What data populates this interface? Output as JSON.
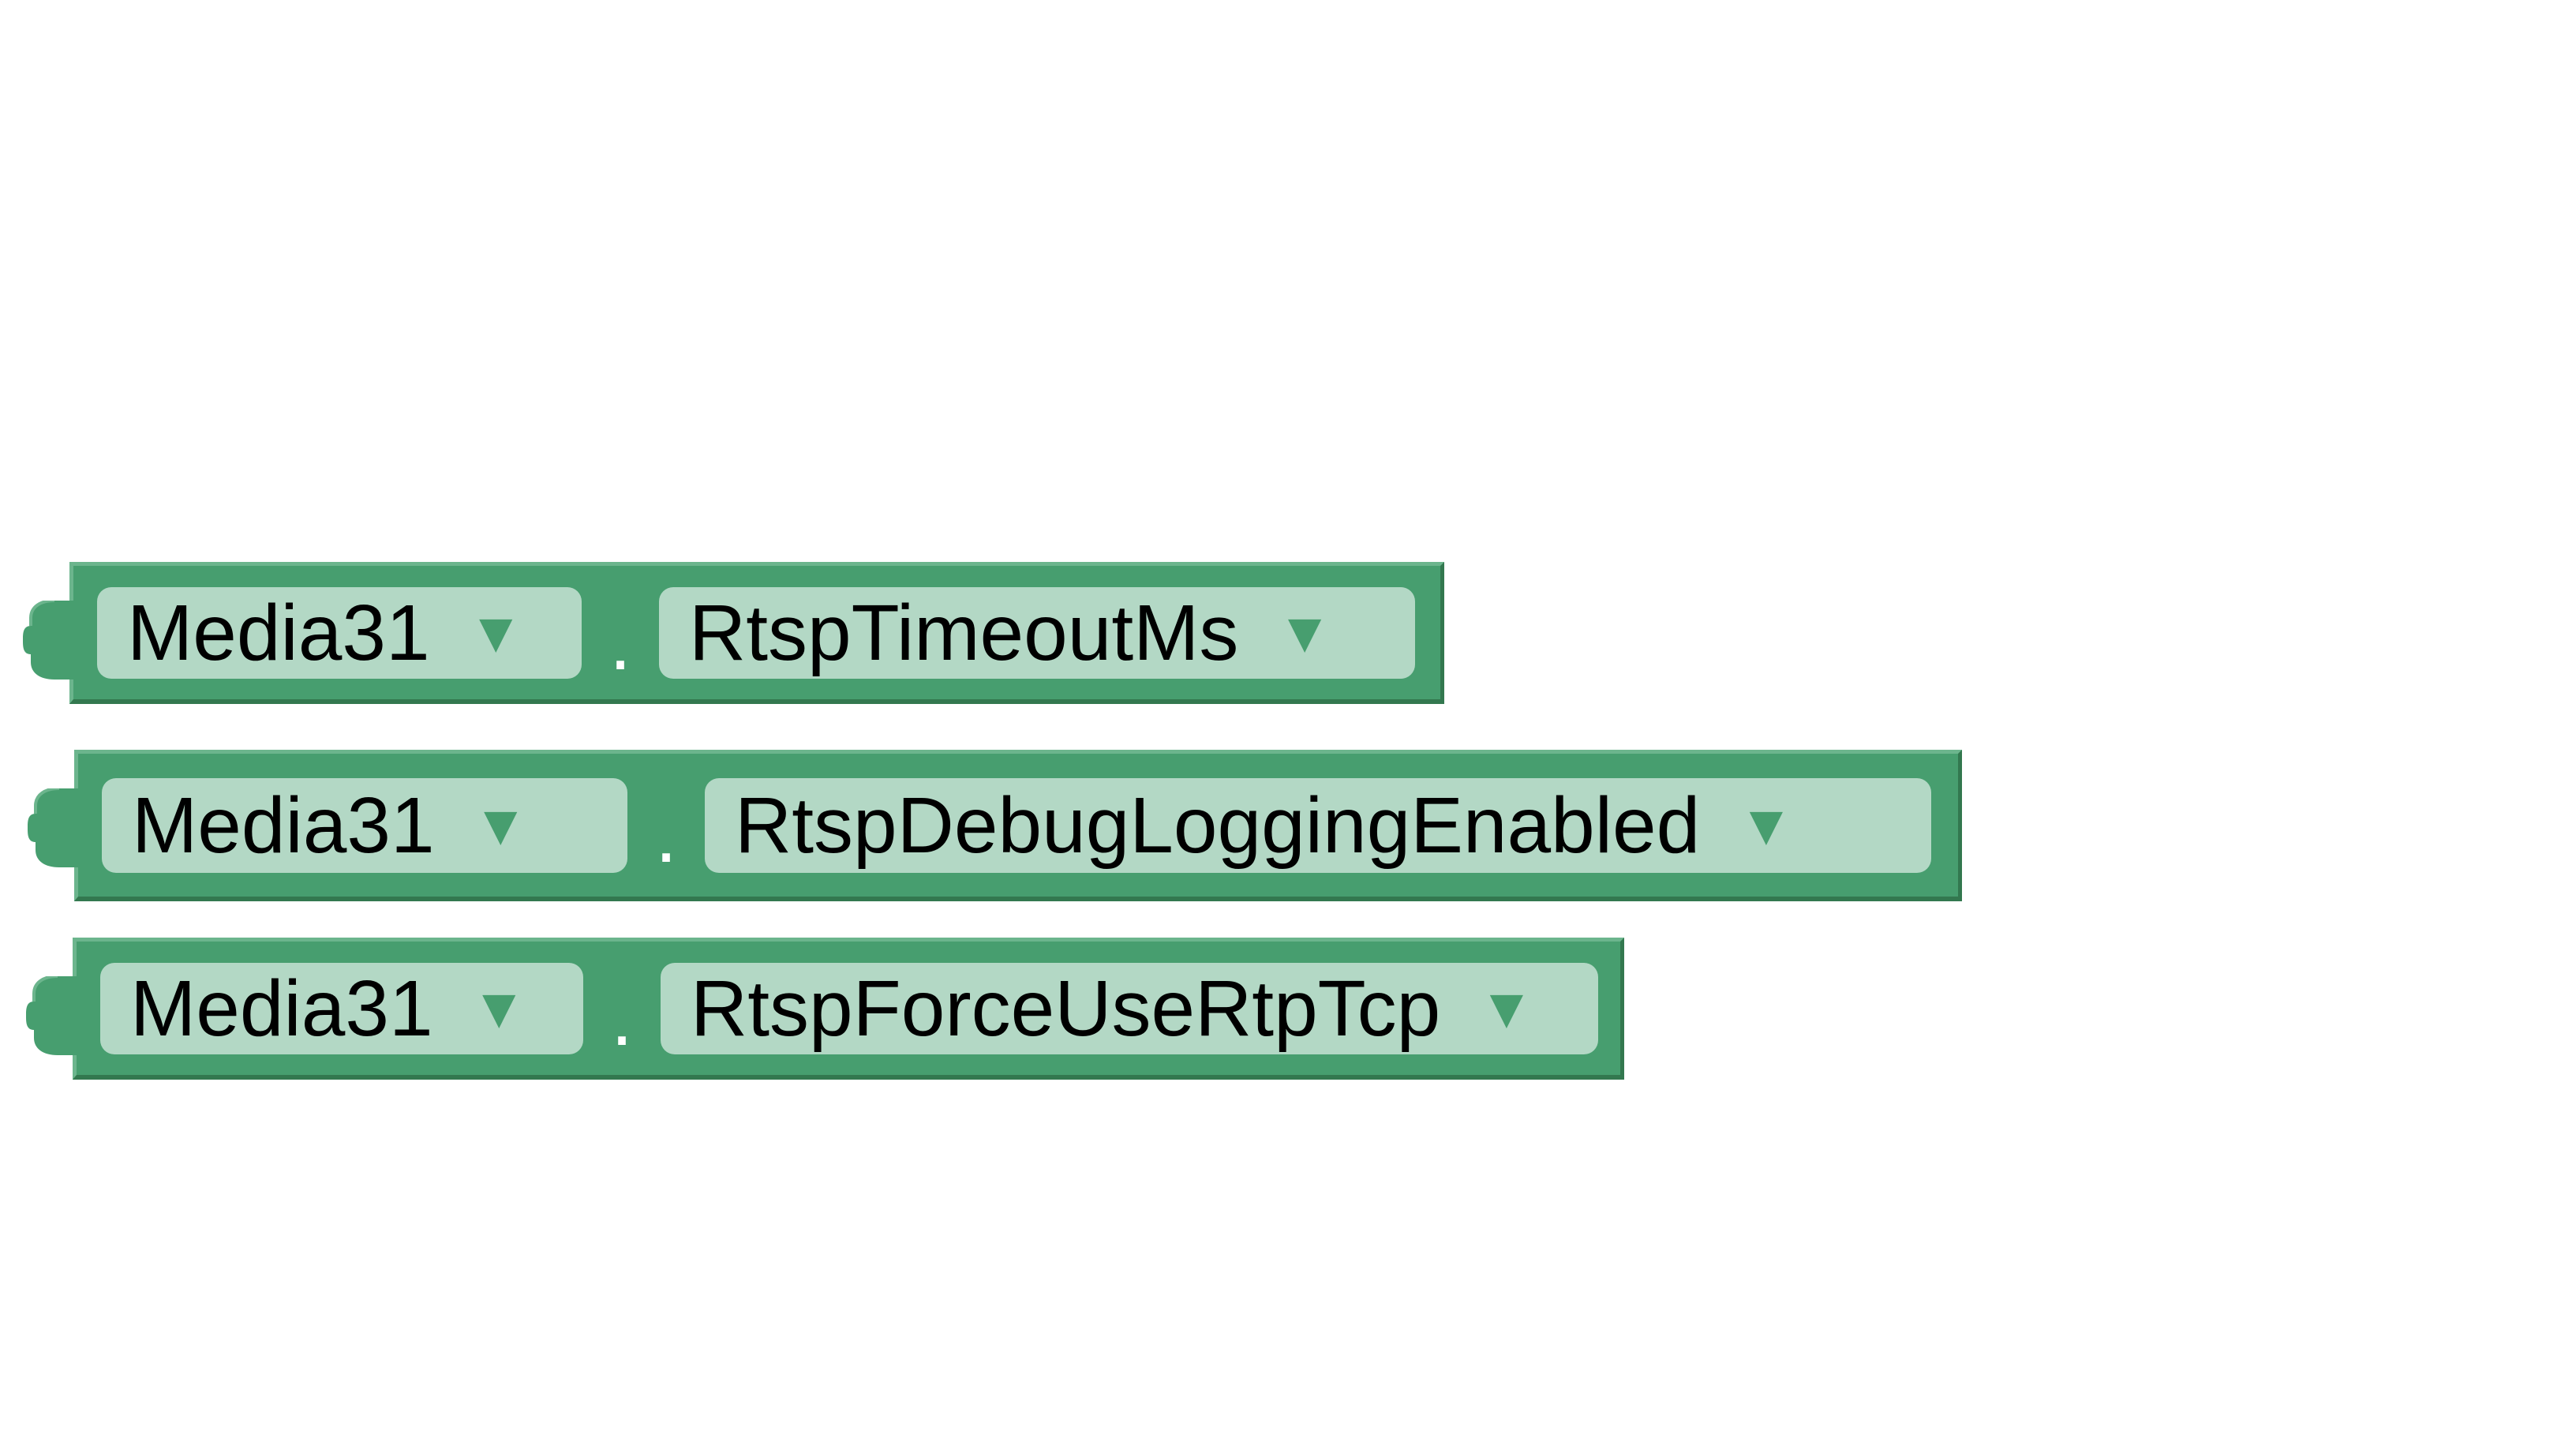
{
  "workspace": {
    "blocks": [
      {
        "component": "Media31",
        "separator": ".",
        "property": "RtspTimeoutMs",
        "dropdown_glyph": "▼"
      },
      {
        "component": "Media31",
        "separator": ".",
        "property": "RtspDebugLoggingEnabled",
        "dropdown_glyph": "▼"
      },
      {
        "component": "Media31",
        "separator": ".",
        "property": "RtspForceUseRtpTcp",
        "dropdown_glyph": "▼"
      }
    ]
  },
  "colors": {
    "block_fill": "#479e6f",
    "block_highlight": "#6cb58d",
    "block_shadow": "#33784f",
    "field_fill": "#b3d8c5",
    "background": "#ffffff"
  },
  "icons": {
    "dropdown": "dropdown-arrow-icon",
    "connector": "output-connector-icon"
  }
}
